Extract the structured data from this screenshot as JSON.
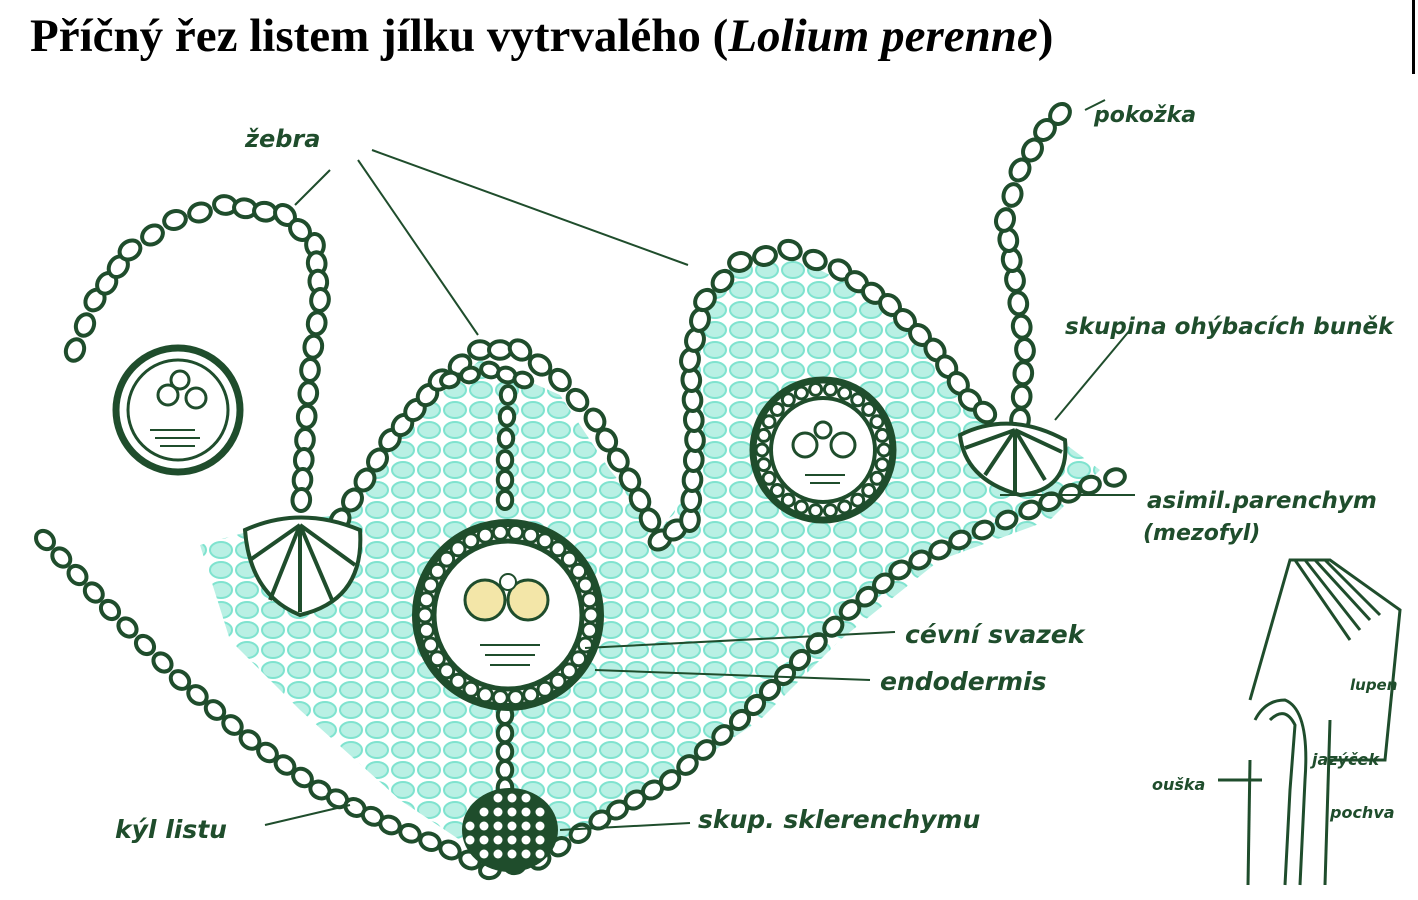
{
  "title": {
    "prefix": "Příčný řez listem jílku vytrvalého (",
    "species": "Lolium perenne",
    "suffix": ")"
  },
  "labels": {
    "zebra": "žebra",
    "pokozka": "pokožka",
    "skupina": "skupina ohýbacích buněk",
    "asimil": "asimil.parenchym",
    "mezofyl": "(mezofyl)",
    "cevni": "cévní svazek",
    "endodermis": "endodermis",
    "kyl": "kýl listu",
    "sklerenchym": "skup. sklerenchymu",
    "lupen": "lupen",
    "jazycek": "jazýček",
    "ouska": "ouška",
    "pochva": "pochva"
  },
  "colors": {
    "ink": "#1f4d2c",
    "cell_fill": "#ffffff",
    "mesophyll": "#7fe3cf",
    "xylem": "#f3e6a8"
  }
}
